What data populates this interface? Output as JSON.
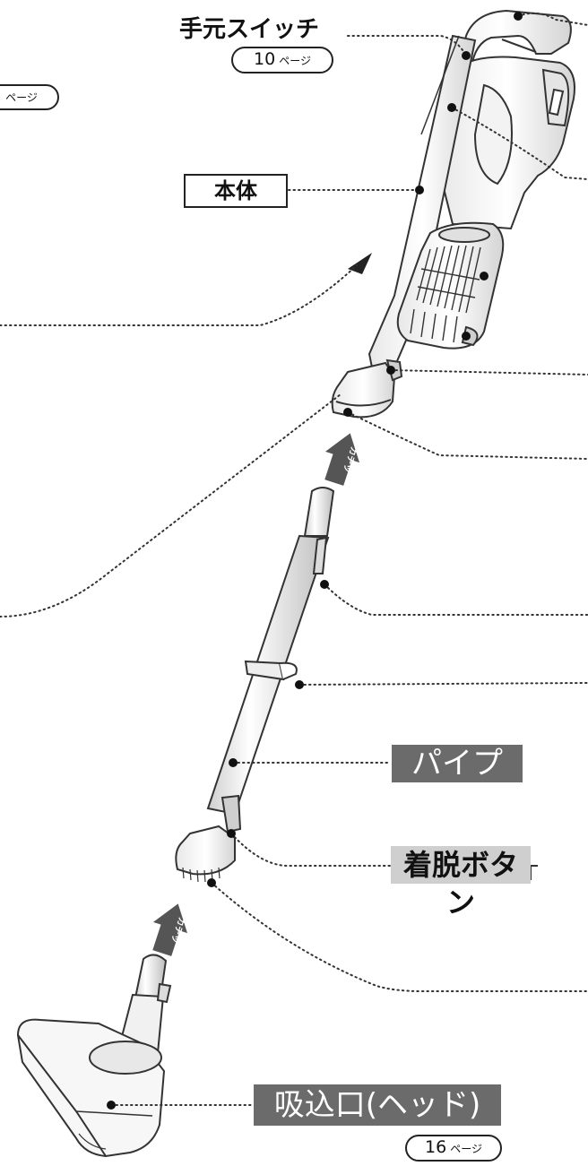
{
  "labels": {
    "hand_switch": "手元スイッチ",
    "hand_switch_page": {
      "number": "10",
      "unit": "ページ"
    },
    "top_left_page_unit": "ページ",
    "body": "本体",
    "pipe": "パイプ",
    "release_button": "着脱ボタン",
    "nozzle": "吸込口(ヘッド)",
    "nozzle_page": {
      "number": "16",
      "unit": "ページ"
    }
  },
  "click_marks": {
    "upper": "カチッ",
    "lower": "カチッ"
  },
  "colors": {
    "dark_label_bg": "#6b6b6b",
    "grey_label_bg": "#cfcfcf",
    "line": "#222222"
  }
}
